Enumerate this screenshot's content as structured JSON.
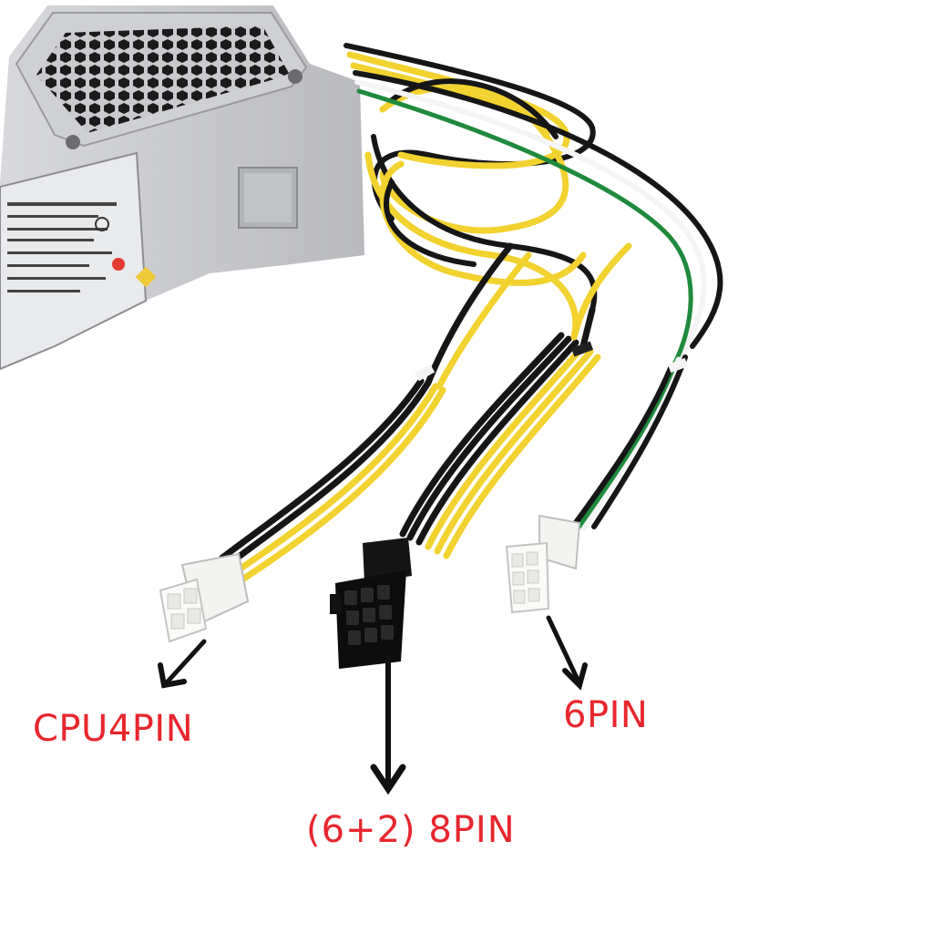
{
  "labels": {
    "cpu4pin": "CPU4PIN",
    "pin8": "(6+2)  8PIN",
    "pin6": "6PIN"
  },
  "colors": {
    "label_red": "#e8262d",
    "wire_yellow": "#f2d22e",
    "wire_black": "#161616",
    "wire_green": "#1f8a3c",
    "wire_white": "#f4f4f4",
    "psu_metal": "#d2d3d6"
  }
}
